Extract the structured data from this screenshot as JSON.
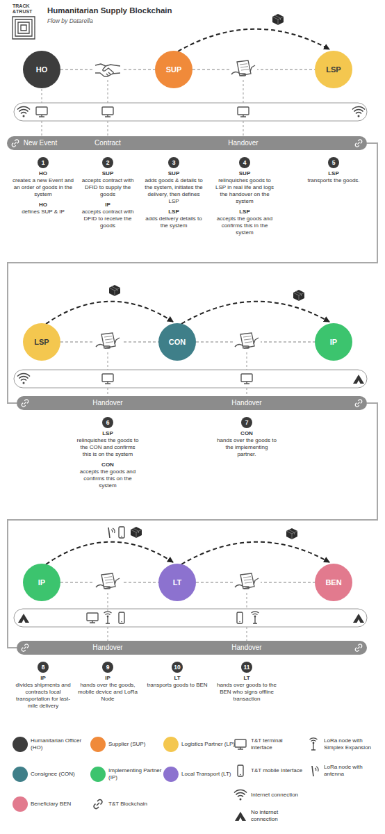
{
  "diagram": {
    "title": "Humanitarian Supply Blockchain",
    "caption": "Flow by Datarella",
    "nodes": [
      {
        "text": [
          "HO"
        ]
      },
      {
        "text": [
          "SUP"
        ]
      },
      {
        "text": [
          "LSP"
        ]
      },
      {
        "text": [
          "New Event",
          "Contract",
          "Handover"
        ]
      },
      {
        "text": [
          "LSP"
        ]
      },
      {
        "text": [
          "CON"
        ]
      },
      {
        "text": [
          "IP"
        ]
      },
      {
        "text": [
          "Handover",
          "Handover"
        ]
      },
      {
        "text": [
          "IP"
        ]
      },
      {
        "text": [
          "LT"
        ]
      },
      {
        "text": [
          "BEN"
        ]
      },
      {
        "text": [
          "Handover",
          "Handover"
        ]
      }
    ],
    "edges": [
      {
        "from": 0,
        "to": 1,
        "arrow": "none"
      },
      {
        "from": 1,
        "to": 2,
        "arrow": "none"
      },
      {
        "from": 1,
        "to": 2,
        "arrow": "to"
      },
      {
        "from": 3,
        "to": 7,
        "arrow": "none"
      },
      {
        "from": 4,
        "to": 5,
        "arrow": "none"
      },
      {
        "from": 5,
        "to": 6,
        "arrow": "none"
      },
      {
        "from": 4,
        "to": 5,
        "arrow": "to"
      },
      {
        "from": 5,
        "to": 6,
        "arrow": "to"
      },
      {
        "from": 7,
        "to": 11,
        "arrow": "none"
      },
      {
        "from": 8,
        "to": 9,
        "arrow": "none"
      },
      {
        "from": 9,
        "to": 10,
        "arrow": "none"
      },
      {
        "from": 8,
        "to": 9,
        "arrow": "to"
      },
      {
        "from": 9,
        "to": 10,
        "arrow": "to"
      }
    ],
    "labels": [
      "TRACK",
      "&TRUST",
      "1",
      "HO",
      "creates a new Event and an order of goods in the system",
      "HO",
      "defines SUP & IP",
      "2",
      "SUP",
      "accepts contract with DFID to supply the goods",
      "IP",
      "accepts contract with DFID to receive the goods",
      "3",
      "SUP",
      "adds goods & details to the system, initiates the delivery, then defines LSP",
      "LSP",
      "adds delivery details to the system",
      "4",
      "SUP",
      "relinquishes goods to LSP in real life and logs the handover on the system",
      "LSP",
      "accepts the goods and confirms this in the system",
      "5",
      "LSP",
      "transports the goods.",
      "6",
      "LSP",
      "relinquishes the goods to the CON and confirms this is on the system",
      "CON",
      "accepts the goods and confirms this on the system",
      "7",
      "CON",
      "hands over the goods to the implementing partner.",
      "8",
      "IP",
      "divides shipments and contracts local transportation for last-mile delivery",
      "9",
      "IP",
      "hands over the goods, mobile device and LoRa Node",
      "10",
      "LT",
      "transports goods to BEN",
      "11",
      "LT",
      "hands over goods to the BEN who signs offline transaction"
    ],
    "legend": [
      {
        "text": "Humanitarian Officer (HO)",
        "color": "#3d3d3d"
      },
      {
        "text": "Supplier (SUP)",
        "color": "#f08a3a"
      },
      {
        "text": "Logistics Partner (LP)",
        "color": "#f4c74f"
      },
      {
        "text": "T&T terminal interface"
      },
      {
        "text": "LoRa node with Simplex Expansion"
      },
      {
        "text": "Consignee (CON)",
        "color": "#3f7f89"
      },
      {
        "text": "Implementing Partner (IP)",
        "color": "#3cc46e"
      },
      {
        "text": "Local Transport (LT)",
        "color": "#8c72cf"
      },
      {
        "text": "T&T mobile Interface"
      },
      {
        "text": "LoRa node with antenna"
      },
      {
        "text": "Beneficiary BEN",
        "color": "#e27a8e"
      },
      {
        "text": "T&T Blockchain"
      },
      {
        "text": "Internet connection"
      },
      {
        "text": "No internet connection"
      }
    ]
  }
}
